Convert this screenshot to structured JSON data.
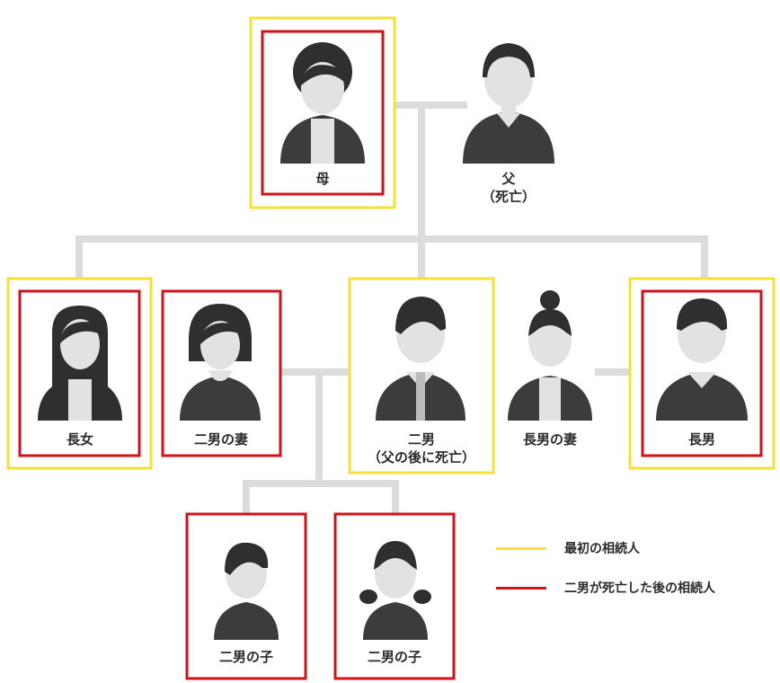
{
  "colors": {
    "yellow": "#F5E13A",
    "red": "#D0121B",
    "connector": "#DCDCDC",
    "skin": "#E2E2E2",
    "dark": "#3C3C3C",
    "hair": "#2F2F2F"
  },
  "labels": {
    "mother": "母",
    "father": "父",
    "father_note": "（死亡）",
    "eldest_daughter": "長女",
    "second_son_wife": "二男の妻",
    "second_son": "二男",
    "second_son_note": "（父の後に死亡）",
    "eldest_son_wife": "長男の妻",
    "eldest_son": "長男",
    "child_1": "二男の子",
    "child_2": "二男の子"
  },
  "legend": {
    "first_heirs": "最初の相続人",
    "heirs_after_death": "二男が死亡した後の相続人"
  },
  "icons": {
    "mother": "woman-short-hair-elderly-icon",
    "father": "man-bald-elderly-icon",
    "eldest_daughter": "woman-long-hair-icon",
    "second_son_wife": "woman-bob-hair-icon",
    "second_son": "man-with-tie-icon",
    "eldest_son_wife": "woman-bun-hair-icon",
    "eldest_son": "man-collar-shirt-icon",
    "child_1": "boy-icon",
    "child_2": "girl-pigtails-icon"
  }
}
